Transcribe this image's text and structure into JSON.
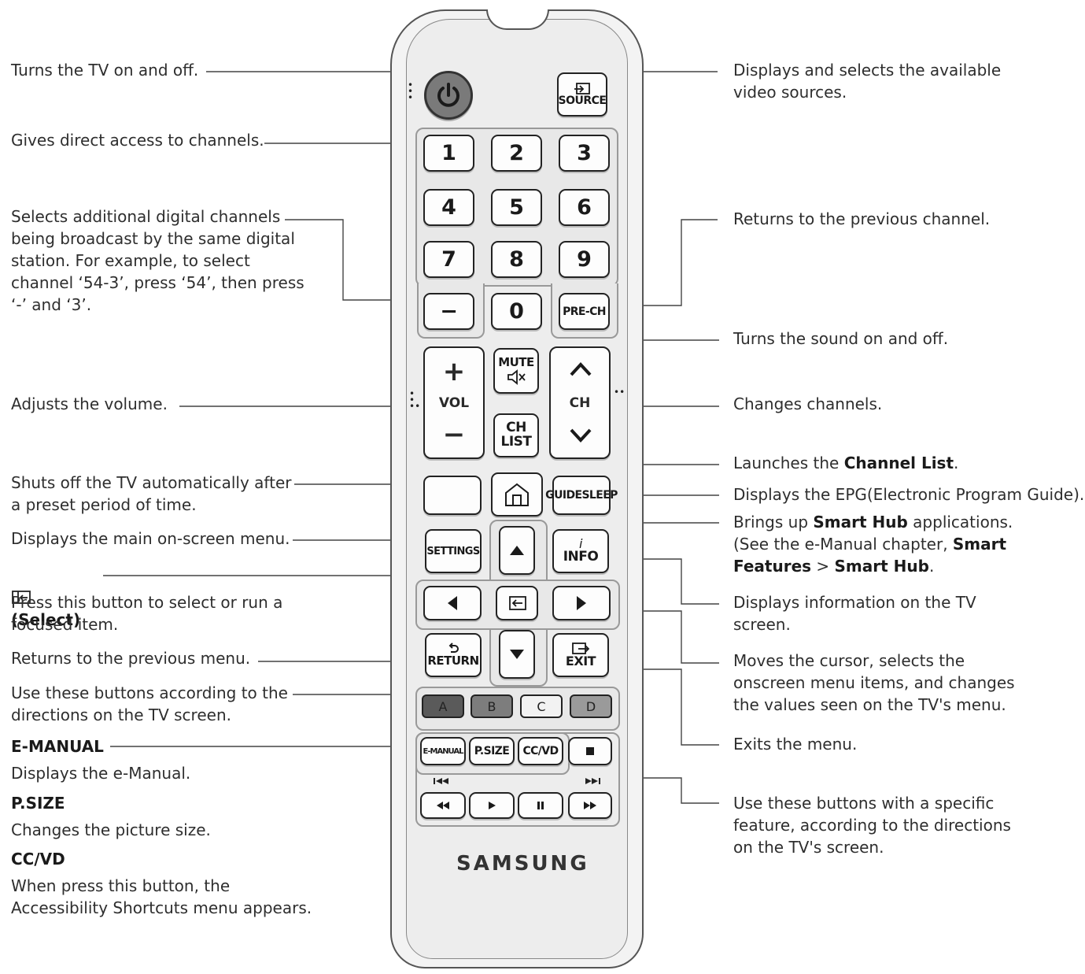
{
  "remote": {
    "source": "SOURCE",
    "digits": [
      "1",
      "2",
      "3",
      "4",
      "5",
      "6",
      "7",
      "8",
      "9"
    ],
    "dash": "−",
    "zero": "0",
    "prech": "PRE-CH",
    "mute": "MUTE",
    "vol": "VOL",
    "vol_plus": "+",
    "vol_minus": "−",
    "ch": "CH",
    "chlist_1": "CH",
    "chlist_2": "LIST",
    "guide": "GUIDE",
    "sleep": "SLEEP",
    "settings": "SETTINGS",
    "info": "INFO",
    "info_i": "i",
    "return": "RETURN",
    "exit": "EXIT",
    "colors": [
      {
        "label": "A",
        "color": "#5a5a5a"
      },
      {
        "label": "B",
        "color": "#7d7d7d"
      },
      {
        "label": "C",
        "color": "#f2f2f2"
      },
      {
        "label": "D",
        "color": "#9a9a9a"
      }
    ],
    "emanual": "E-MANUAL",
    "psize": "P.SIZE",
    "ccvd": "CC/VD",
    "brand": "SAMSUNG"
  },
  "annotations": {
    "power": "Turns the TV on and off.",
    "digits": "Gives direct access to channels.",
    "dash": "Selects additional digital channels\nbeing broadcast by the same digital\nstation. For example, to select\nchannel ‘54-3’, press ‘54’, then press\n‘-’ and ‘3’.",
    "volume": "Adjusts the volume.",
    "sleep": "Shuts off the TV automatically after\na preset period of time.",
    "settings": "Displays the main on-screen menu.",
    "select_title": "(Select)",
    "select_desc": "Press this button to select or run a\nfocused item.",
    "return": "Returns to the previous menu.",
    "colors": "Use these buttons according to the\ndirections on the TV screen.",
    "emanual_title": "E-MANUAL",
    "emanual_desc": "Displays the e-Manual.",
    "psize_title": "P.SIZE",
    "psize_desc": "Changes the picture size.",
    "ccvd_title": "CC/VD",
    "ccvd_desc": "When press this button, the\nAccessibility Shortcuts menu appears.",
    "source": "Displays and selects the available\nvideo sources.",
    "prech": "Returns to the previous channel.",
    "mute": "Turns the sound on and off.",
    "channels": "Changes channels.",
    "chlist_pre": "Launches the ",
    "chlist_bold": "Channel List",
    "chlist_post": ".",
    "guide": "Displays the EPG(Electronic Program Guide).",
    "smarthub_1": "Brings up ",
    "smarthub_2": "Smart Hub",
    "smarthub_3": " applications.",
    "smarthub_4": "(See the e-Manual chapter, ",
    "smarthub_5": "Smart",
    "smarthub_6": "Features",
    "smarthub_7": " > ",
    "smarthub_8": "Smart Hub",
    "smarthub_9": ".",
    "info": "Displays information on the TV\nscreen.",
    "cursor": "Moves the cursor, selects the\nonscreen menu items, and changes\nthe values seen on the TV's menu.",
    "exit": "Exits the menu.",
    "playback": "Use these buttons with a specific\nfeature, according to the directions\non the TV's screen."
  }
}
